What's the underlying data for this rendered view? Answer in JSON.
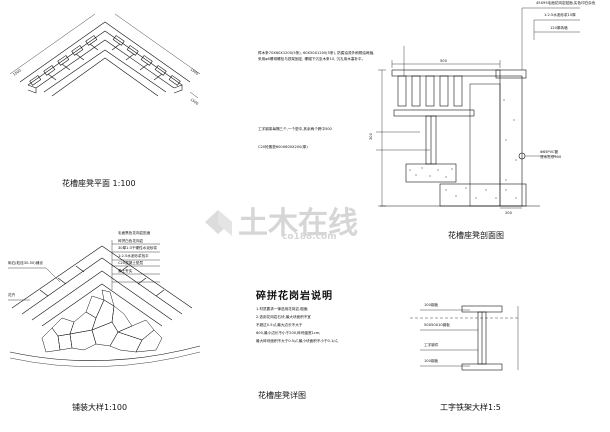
{
  "watermark": {
    "logo_text": "土木在线",
    "logo_sub": "co188.com"
  },
  "plan": {
    "title": "花槽座凳平面 1:100"
  },
  "paving": {
    "title": "铺装大样1:100",
    "callouts": [
      "毛面黑色花岗岩贴面",
      "碎拼白色花岗岩",
      "30厚1:3干硬性水泥砂浆",
      "1:2.5水泥砂浆找平",
      "C20混凝土垫层",
      "素土夯实"
    ],
    "left_callouts": [
      "砾石(粒径30-50)铺设",
      "花卉"
    ]
  },
  "section": {
    "title": "花槽座凳剖面图",
    "callouts_top": [
      "45X95毛面花岗岩贴面,实色印白杂色",
      "1:2.5水泥砂浆15厚",
      "120厚砖墙"
    ],
    "callout_wood": "樟木条70X60X1200(5条), 60X50X1200(5条), 防腐油漆外刷桐油两遍, 采用φ6螺母螺栓与铁架固定, 螺帽下沉至木条10, 沉孔用木塞补平。",
    "callout_steel": "工字钢架每隔三个,一个垫中,其余两个跨中500",
    "callout_base": "C20砼素垫600X600X200(厚)",
    "callout_pipe": "Φ65PVC管\n泄水孔@900",
    "dims": [
      "500",
      "300",
      "200"
    ]
  },
  "notes": {
    "title": "碎拼花岗岩说明",
    "items": [
      "1.材质要求一律选用花岗岩,粗面;",
      "2.选用花岗岩石块,最大块面积不宜",
      "不超过0.5㎡,最大边长不大于",
      "600,最小边长不小于200,碎块缝宽1cm;",
      "最大碎块面积不大于0.5㎡,最小块面积不小于0.1㎡。"
    ]
  },
  "steel": {
    "title": "工字铁架大样1:5",
    "labels": [
      "100钢板",
      "50X50X10钢板",
      "工字钢件",
      "100钢板"
    ]
  },
  "sheet_title": "花槽座凳详图"
}
